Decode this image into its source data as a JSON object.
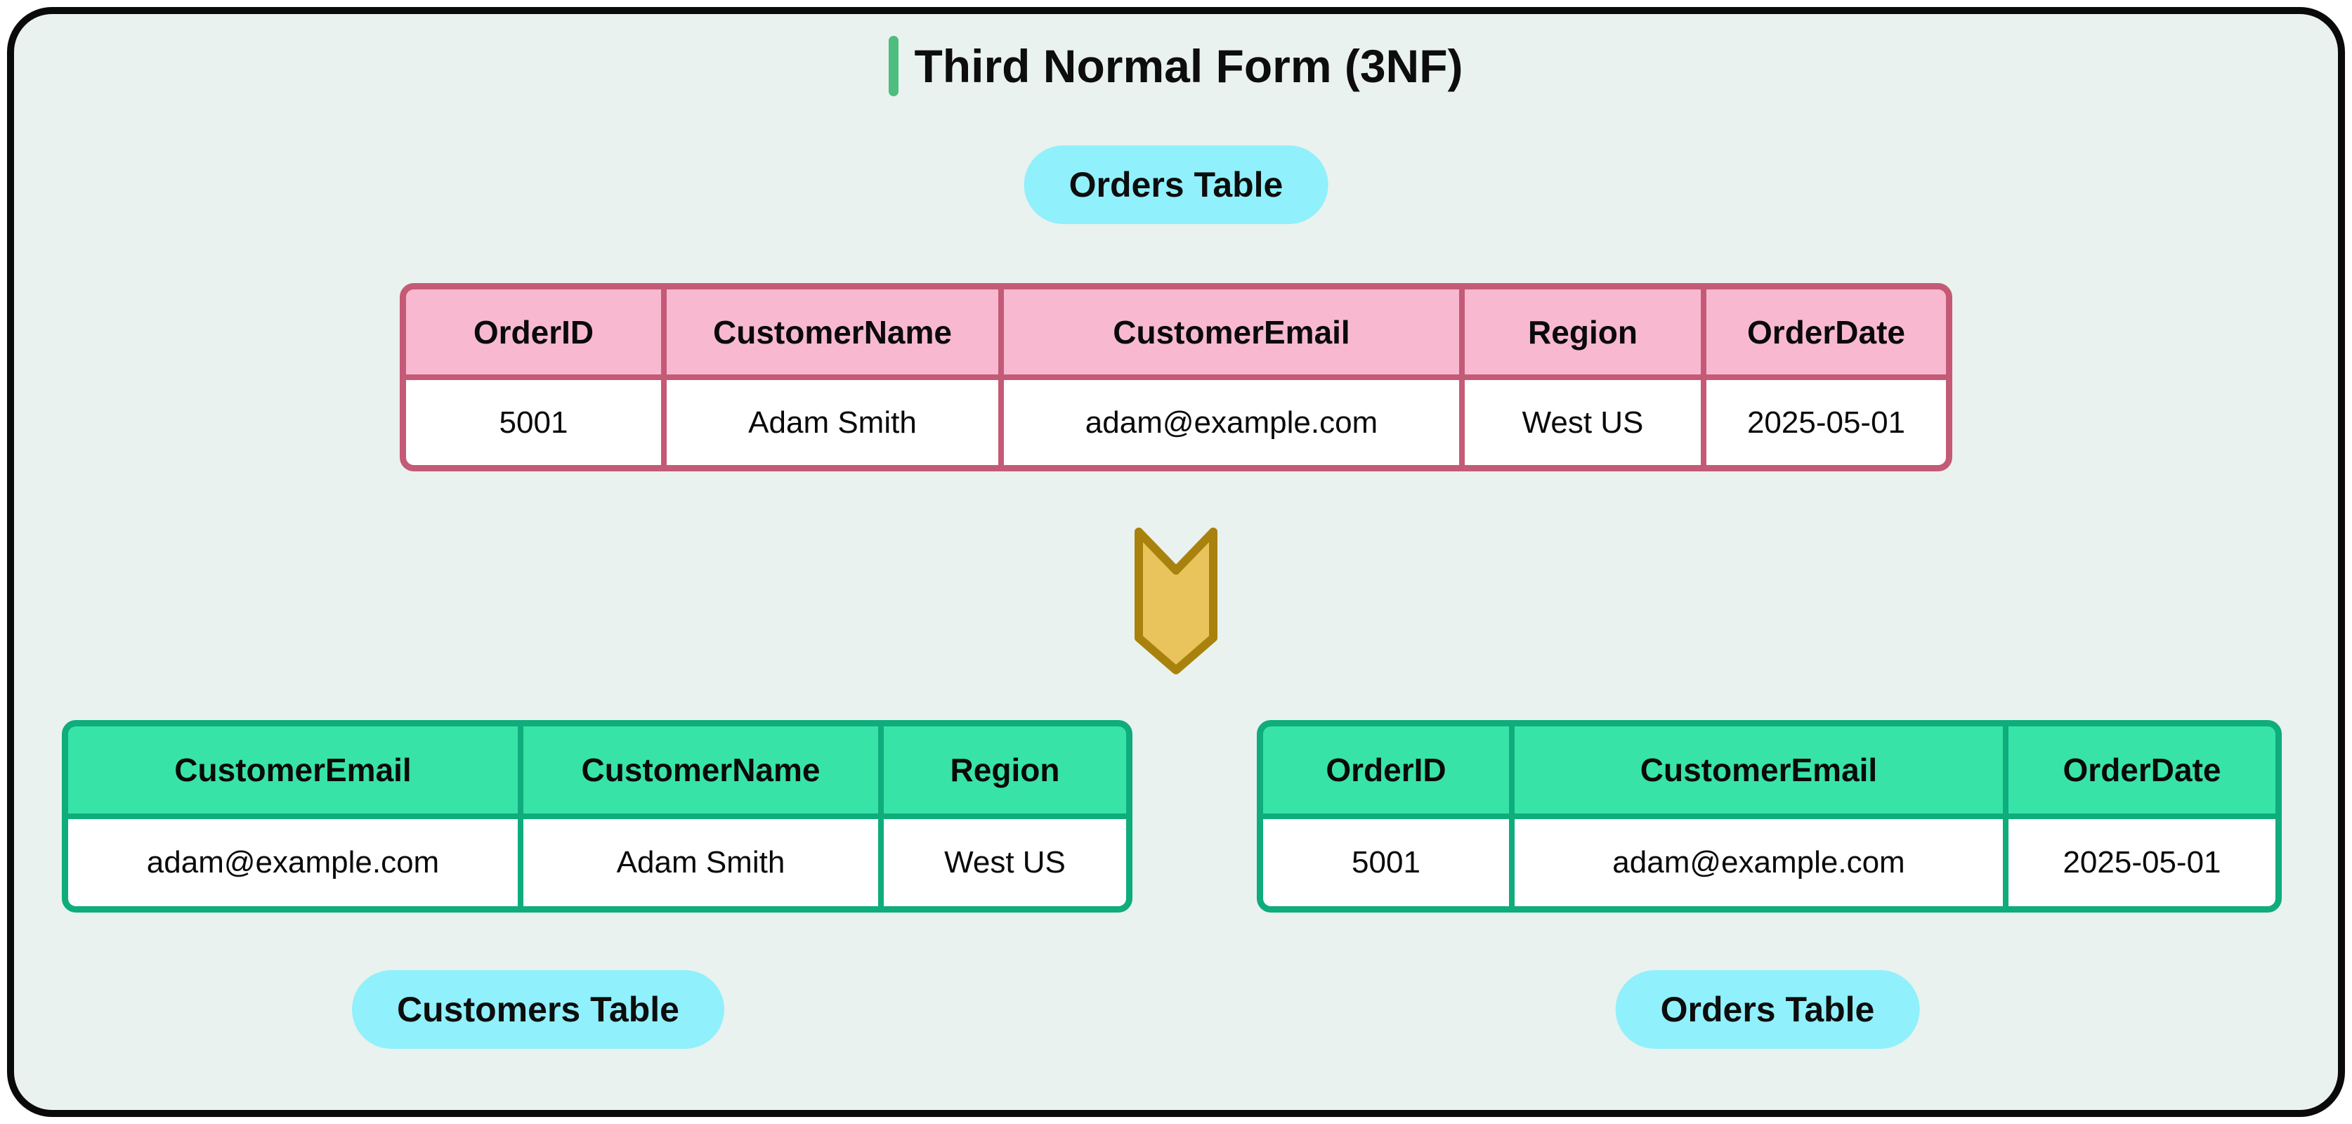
{
  "title": {
    "text": "Third Normal Form (3NF)"
  },
  "source_table": {
    "badge": "Orders Table",
    "headers": [
      "OrderID",
      "CustomerName",
      "CustomerEmail",
      "Region",
      "OrderDate"
    ],
    "rows": [
      [
        "5001",
        "Adam Smith",
        "adam@example.com",
        "West US",
        "2025-05-01"
      ]
    ]
  },
  "result_tables": [
    {
      "badge": "Customers Table",
      "headers": [
        "CustomerEmail",
        "CustomerName",
        "Region"
      ],
      "rows": [
        [
          "adam@example.com",
          "Adam Smith",
          "West US"
        ]
      ]
    },
    {
      "badge": "Orders Table",
      "headers": [
        "OrderID",
        "CustomerEmail",
        "OrderDate"
      ],
      "rows": [
        [
          "5001",
          "adam@example.com",
          "2025-05-01"
        ]
      ]
    }
  ],
  "icons": {
    "arrow_down": "chevron-down-arrow"
  },
  "colors": {
    "background": "#e9f2ee",
    "frame_border": "#0a0a0a",
    "title_accent": "#4dbd80",
    "badge_bg": "#90f0fc",
    "pink_border": "#c45a76",
    "pink_header": "#f8b9d0",
    "green_border": "#0fac7c",
    "green_header": "#38e3a8",
    "arrow_fill": "#e9c45c",
    "arrow_stroke": "#a9820e"
  }
}
